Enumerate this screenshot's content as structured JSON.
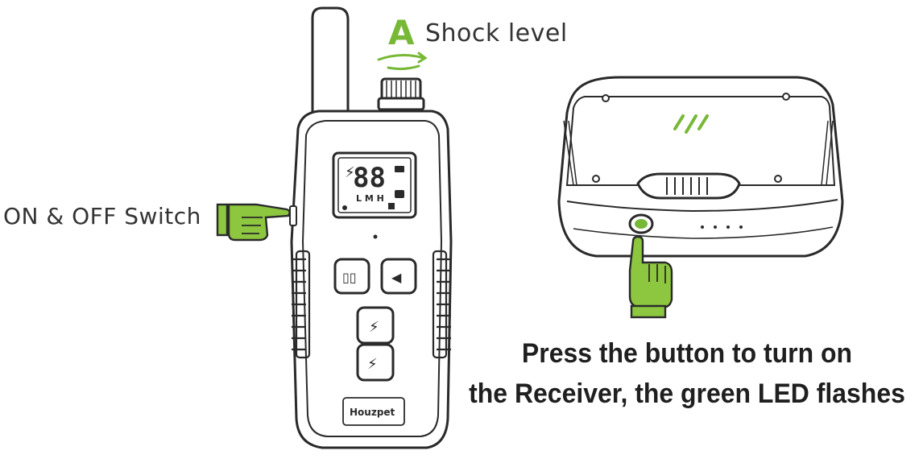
{
  "annotations": {
    "shock_letter": "A",
    "shock_label": "Shock level",
    "switch_label": "ON & OFF Switch",
    "caption_line1": "Press the button to turn on",
    "caption_line2": "the Receiver, the green LED flashes"
  },
  "transmitter": {
    "brand": "Houzpet",
    "lcd_digits": "88",
    "lcd_levels": "L M H"
  },
  "colors": {
    "accent_green": "#78b837",
    "outline": "#2a2a2a",
    "hand_fill": "#8dc63f"
  },
  "icons": [
    "antenna",
    "dial",
    "lcd-screen",
    "pointing-hand",
    "mode-button",
    "sound-button",
    "shock-button",
    "level-button",
    "green-led"
  ]
}
